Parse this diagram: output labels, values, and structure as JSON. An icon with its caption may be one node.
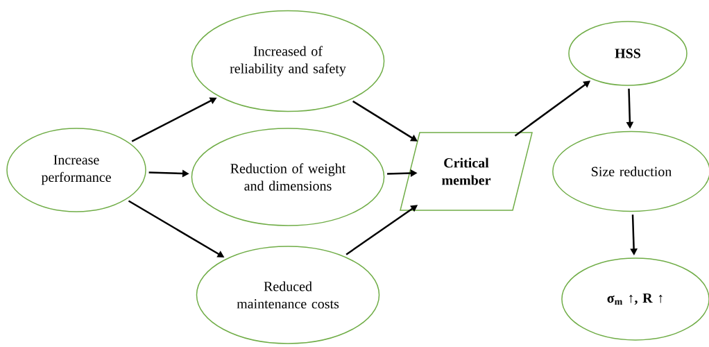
{
  "diagram": {
    "nodes": [
      {
        "text": [
          "Increase performance"
        ]
      },
      {
        "text": [
          "Increased of reliability and safety"
        ]
      },
      {
        "text": [
          "Reduction of weight and dimensions"
        ]
      },
      {
        "text": [
          "Reduced maintenance costs"
        ]
      },
      {
        "text": [
          "Critical member"
        ]
      },
      {
        "text": [
          "HSS"
        ]
      },
      {
        "text": [
          "Size reduction"
        ]
      },
      {
        "text": [
          "σ$_{m}$ ↑, R ↑"
        ]
      }
    ],
    "edges": [
      {
        "from": 0,
        "to": 1,
        "arrow": "to"
      },
      {
        "from": 0,
        "to": 2,
        "arrow": "to"
      },
      {
        "from": 0,
        "to": 3,
        "arrow": "to"
      },
      {
        "from": 1,
        "to": 4,
        "arrow": "to"
      },
      {
        "from": 2,
        "to": 4,
        "arrow": "to"
      },
      {
        "from": 3,
        "to": 4,
        "arrow": "to"
      },
      {
        "from": 4,
        "to": 5,
        "arrow": "to"
      },
      {
        "from": 5,
        "to": 6,
        "arrow": "to"
      },
      {
        "from": 6,
        "to": 7,
        "arrow": "to"
      }
    ]
  }
}
